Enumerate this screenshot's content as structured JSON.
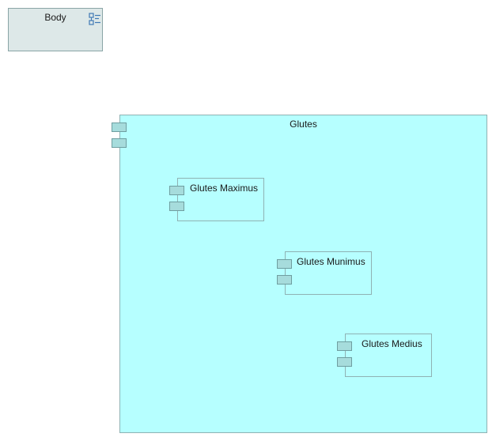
{
  "body_block": {
    "title": "Body",
    "icon": "structure-icon"
  },
  "glutes": {
    "title": "Glutes",
    "parts": [
      {
        "label": "Glutes Maximus"
      },
      {
        "label": "Glutes Munimus"
      },
      {
        "label": "Glutes Medius"
      }
    ]
  },
  "colors": {
    "body_fill": "#dde8e8",
    "component_fill": "#b6ffff",
    "port_fill": "#a6dcdc",
    "border": "#8fb2b3",
    "icon_blue": "#3f79b5"
  }
}
